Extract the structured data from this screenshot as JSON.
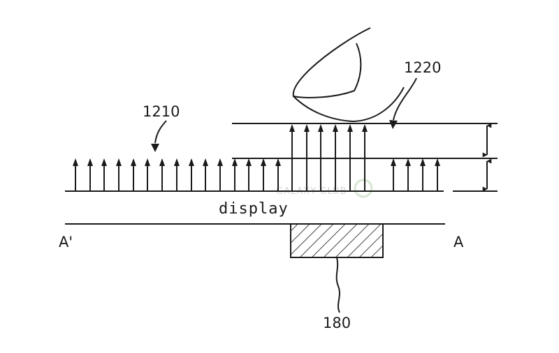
{
  "labels": {
    "ref_1210": "1210",
    "ref_1220": "1220",
    "display": "display",
    "section_left": "A'",
    "section_right": "A",
    "ref_180": "180"
  },
  "watermark": {
    "text": "GALAXY CLUB"
  },
  "colors": {
    "ink": "#1a1a1a",
    "watermark": "#cfd8cf"
  }
}
